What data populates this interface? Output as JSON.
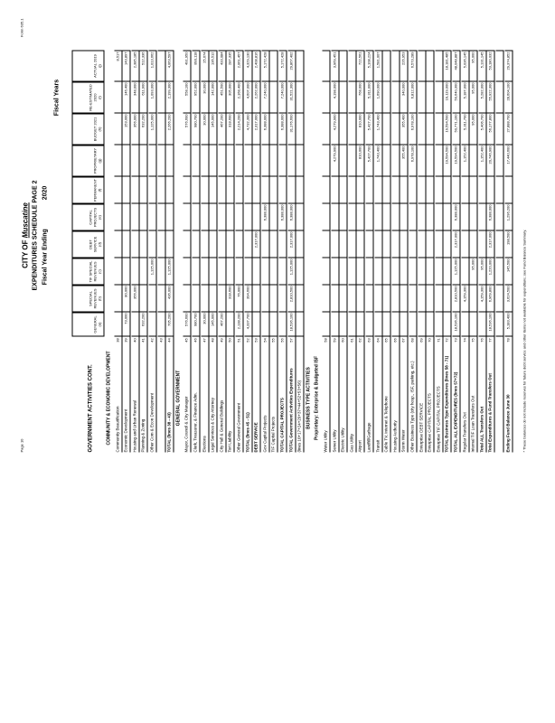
{
  "header": {
    "city_prefix": "CITY OF",
    "city_name": "Muscatine",
    "subtitle": "EXPENDITURES SCHEDULE PAGE 2",
    "fiscal_year_label": "Fiscal Year Ending",
    "fiscal_year": "2020",
    "page_number": "Page 10",
    "form_id": "Form 635.1",
    "fiscal_years_label": "Fiscal Years",
    "section_label": "GOVERNMENT ACTIVITIES CONT."
  },
  "columns": [
    {
      "name": "GENERAL",
      "code": "(a)"
    },
    {
      "name": "SPECIAL REVENUES",
      "code": "(b)"
    },
    {
      "name": "TIF SPECIAL REVENUES",
      "code": "(c)"
    },
    {
      "name": "DEBT SERVICE",
      "code": "(d)"
    },
    {
      "name": "CAPITAL PROJECTS",
      "code": "(e)"
    },
    {
      "name": "PERMANENT",
      "code": "(f)"
    },
    {
      "name": "PROPRIETARY",
      "code": "(g)"
    },
    {
      "name": "BUDGET 2021",
      "code": "(h)"
    },
    {
      "name": "RE-ESTIMATED 2020",
      "code": "(i)"
    },
    {
      "name": "ACTUAL 2019",
      "code": "(j)"
    }
  ],
  "rows": [
    {
      "label": "COMMUNITY & ECONOMIC DEVELOPMENT",
      "type": "section",
      "line": "",
      "values": []
    },
    {
      "label": "Community Beautification",
      "line": "38",
      "values": [
        "",
        "",
        "",
        "",
        "",
        "",
        "",
        "",
        "",
        "8,517"
      ]
    },
    {
      "label": "Economic Development",
      "line": "39",
      "values": [
        "73,000",
        "80,000",
        "",
        "",
        "",
        "",
        "",
        "153,000",
        "146,400",
        "143,897"
      ]
    },
    {
      "label": "Housing and Urban Renewal",
      "line": "40",
      "values": [
        "",
        "356,000",
        "",
        "",
        "",
        "",
        "",
        "356,000",
        "348,000",
        "2,385,185"
      ]
    },
    {
      "label": "Planning & Zoning",
      "line": "41",
      "values": [
        "632,200",
        "",
        "",
        "",
        "",
        "",
        "",
        "632,200",
        "611,900",
        "512,336"
      ]
    },
    {
      "label": "Other Com & Econ Development",
      "line": "42",
      "values": [
        "",
        "",
        "1,125,000",
        "",
        "",
        "",
        "",
        "1,125,000",
        "1,093,000",
        "1,013,662"
      ]
    },
    {
      "label": "",
      "line": "43",
      "values": []
    },
    {
      "label": "TOTAL (lines 38 - 43)",
      "type": "total",
      "line": "44",
      "values": [
        "705,200",
        "436,000",
        "1,125,000",
        "",
        "",
        "",
        "",
        "2,266,200",
        "2,199,300",
        "4,063,597"
      ]
    },
    {
      "label": "GENERAL GOVERNMENT",
      "type": "section",
      "line": "",
      "values": []
    },
    {
      "label": "Mayor, Council & City Manager",
      "line": "45",
      "values": [
        "576,600",
        "",
        "",
        "",
        "",
        "",
        "",
        "576,600",
        "558,100",
        "491,950"
      ]
    },
    {
      "label": "Clerk, Treasurer, & Finance Adm.",
      "line": "46",
      "values": [
        "980,700",
        "",
        "",
        "",
        "",
        "",
        "",
        "980,700",
        "952,000",
        "893,118"
      ]
    },
    {
      "label": "Elections",
      "line": "47",
      "values": [
        "30,000",
        "",
        "",
        "",
        "",
        "",
        "",
        "30,000",
        "30,000",
        "25,674"
      ]
    },
    {
      "label": "Legal Services & City Attorney",
      "line": "48",
      "values": [
        "145,000",
        "",
        "",
        "",
        "",
        "",
        "",
        "145,000",
        "142,000",
        "136,512"
      ]
    },
    {
      "label": "City Hall & General Buildings",
      "line": "49",
      "values": [
        "467,200",
        "",
        "",
        "",
        "",
        "",
        "",
        "467,200",
        "451,500",
        "433,084"
      ]
    },
    {
      "label": "Tort Liability",
      "line": "50",
      "values": [
        "",
        "318,600",
        "",
        "",
        "",
        "",
        "",
        "318,600",
        "305,000",
        "287,335"
      ]
    },
    {
      "label": "Other General Government",
      "line": "51",
      "values": [
        "2,138,200",
        "76,000",
        "",
        "",
        "",
        "",
        "",
        "2,214,200",
        "2,168,400",
        "2,061,457"
      ]
    },
    {
      "label": "TOTAL (lines 45 - 51)",
      "type": "total",
      "line": "52",
      "values": [
        "4,337,700",
        "394,600",
        "",
        "",
        "",
        "",
        "",
        "4,732,300",
        "4,607,000",
        "4,329,130"
      ]
    },
    {
      "label": "DEBT SERVICE",
      "type": "total",
      "line": "53",
      "values": [
        "",
        "",
        "",
        "2,317,000",
        "",
        "",
        "",
        "2,317,000",
        "2,262,000",
        "2,408,816"
      ]
    },
    {
      "label": "Gov Capital Projects",
      "line": "54",
      "values": [
        "",
        "",
        "",
        "",
        "6,388,000",
        "",
        "",
        "6,388,000",
        "7,240,000",
        "5,172,428"
      ]
    },
    {
      "label": "TIF Capital Projects",
      "line": "55",
      "values": [
        "",
        "",
        "",
        "",
        "",
        "",
        "",
        "",
        "",
        ""
      ]
    },
    {
      "label": "TOTAL CAPITAL PROJECTS",
      "type": "total",
      "line": "56",
      "values": [
        "",
        "",
        "",
        "",
        "6,388,000",
        "",
        "",
        "6,388,000",
        "7,240,000",
        "5,172,428"
      ]
    },
    {
      "label": "TOTAL Government Activities Expenditures",
      "type": "total",
      "line": "57",
      "values": [
        "18,536,100",
        "2,810,500",
        "1,125,000",
        "2,317,000",
        "6,388,000",
        "",
        "",
        "31,176,600",
        "31,521,300",
        "29,867,402"
      ]
    },
    {
      "label": "(lines 10+17+24+29+37+44+52+53+56)",
      "line": "",
      "values": []
    },
    {
      "label": "BUSINESS TYPE ACTIVITIES",
      "type": "section",
      "line": "",
      "values": []
    },
    {
      "label": "Proprietary: Enterprise & Budgeted ISF",
      "type": "section",
      "line": "",
      "values": []
    },
    {
      "label": "Water Utility",
      "line": "58",
      "values": [
        "",
        "",
        "",
        "",
        "",
        "",
        "",
        "",
        "",
        ""
      ]
    },
    {
      "label": "Sewer Utility",
      "line": "59",
      "values": [
        "",
        "",
        "",
        "",
        "",
        "",
        "4,279,900",
        "4,279,900",
        "4,198,000",
        "3,969,451"
      ]
    },
    {
      "label": "Electric Utility",
      "line": "60",
      "values": [
        "",
        "",
        "",
        "",
        "",
        "",
        "",
        "",
        "",
        ""
      ]
    },
    {
      "label": "Gas Utility",
      "line": "61",
      "values": [
        "",
        "",
        "",
        "",
        "",
        "",
        "",
        "",
        "",
        ""
      ]
    },
    {
      "label": "Airport",
      "line": "62",
      "values": [
        "",
        "",
        "",
        "",
        "",
        "",
        "810,000",
        "810,000",
        "768,000",
        "722,561"
      ]
    },
    {
      "label": "Landfill/Garbage",
      "line": "63",
      "values": [
        "",
        "",
        "",
        "",
        "",
        "",
        "5,427,700",
        "5,427,700",
        "5,311,000",
        "5,108,224"
      ]
    },
    {
      "label": "Transit",
      "line": "64",
      "values": [
        "",
        "",
        "",
        "",
        "",
        "",
        "1,743,400",
        "1,743,400",
        "1,690,000",
        "1,581,007"
      ]
    },
    {
      "label": "Cable TV, Internet & Telephone",
      "line": "65",
      "values": [
        "",
        "",
        "",
        "",
        "",
        "",
        "",
        "",
        "",
        ""
      ]
    },
    {
      "label": "Housing Authority",
      "line": "66",
      "values": [
        "",
        "",
        "",
        "",
        "",
        "",
        "",
        "",
        "",
        ""
      ]
    },
    {
      "label": "Storm Water",
      "line": "67",
      "values": [
        "",
        "",
        "",
        "",
        "",
        "",
        "355,400",
        "355,400",
        "340,000",
        "226,953"
      ]
    },
    {
      "label": "Other Business Type (city hosp., ISF, parking, etc.)",
      "line": "68",
      "values": [
        "",
        "",
        "",
        "",
        "",
        "",
        "6,978,100",
        "6,978,100",
        "6,812,000",
        "6,573,289"
      ]
    },
    {
      "label": "Enterprise DEBT SERVICE",
      "line": "69",
      "values": [
        "",
        "",
        "",
        "",
        "",
        "",
        "",
        "",
        "",
        ""
      ]
    },
    {
      "label": "Enterprise CAPITAL PROJECTS",
      "line": "70",
      "values": [
        "",
        "",
        "",
        "",
        "",
        "",
        "",
        "",
        "",
        ""
      ]
    },
    {
      "label": "Enterprise TIF CAPITAL PROJECTS",
      "line": "71",
      "values": [
        "",
        "",
        "",
        "",
        "",
        "",
        "",
        "",
        "",
        ""
      ]
    },
    {
      "label": "TOTAL Business Type Expenditures (lines 58 - 71)",
      "type": "total",
      "line": "72",
      "values": [
        "",
        "",
        "",
        "",
        "",
        "",
        "19,594,500",
        "19,594,500",
        "19,119,000",
        "18,181,485"
      ]
    },
    {
      "label": "TOTAL ALL EXPENDITURES (lines 57+72)",
      "type": "total",
      "line": "73",
      "values": [
        "18,536,100",
        "2,810,500",
        "1,125,000",
        "2,317,000",
        "6,388,000",
        "",
        "19,594,500",
        "50,771,100",
        "50,640,300",
        "48,048,887"
      ]
    },
    {
      "label": "Regular Transfers Out",
      "line": "74",
      "values": [
        "",
        "4,159,300",
        "",
        "",
        "",
        "",
        "1,152,400",
        "5,311,700",
        "5,187,000",
        "5,036,145"
      ]
    },
    {
      "label": "Internal TIF Loan Transfers Out",
      "line": "75",
      "values": [
        "",
        "",
        "95,000",
        "",
        "",
        "",
        "",
        "95,000",
        "95,000",
        "95,000"
      ]
    },
    {
      "label": "Total ALL Transfers Out",
      "type": "total",
      "line": "76",
      "values": [
        "",
        "4,159,300",
        "95,000",
        "",
        "",
        "",
        "1,152,400",
        "5,406,700",
        "5,282,000",
        "5,131,145"
      ]
    },
    {
      "label": "Total Expenditures & Fund Transfers Out",
      "type": "total",
      "line": "77",
      "values": [
        "18,536,100",
        "6,969,800",
        "1,220,000",
        "2,317,000",
        "6,388,000",
        "",
        "20,746,900",
        "56,177,800",
        "55,922,300",
        "53,180,032"
      ]
    },
    {
      "label": "",
      "line": "",
      "values": []
    },
    {
      "label": "Ending Fund Balance June 30",
      "type": "total",
      "line": "78",
      "values": [
        "5,183,400",
        "3,624,500",
        "145,500",
        "198,500",
        "1,296,200",
        "",
        "17,440,600",
        "27,888,700",
        "28,604,100",
        "29,374,852"
      ]
    }
  ],
  "footnote": "* These balances do not include reserves for future debt service and other items not available for expenditure; see Fund Balance Summary."
}
